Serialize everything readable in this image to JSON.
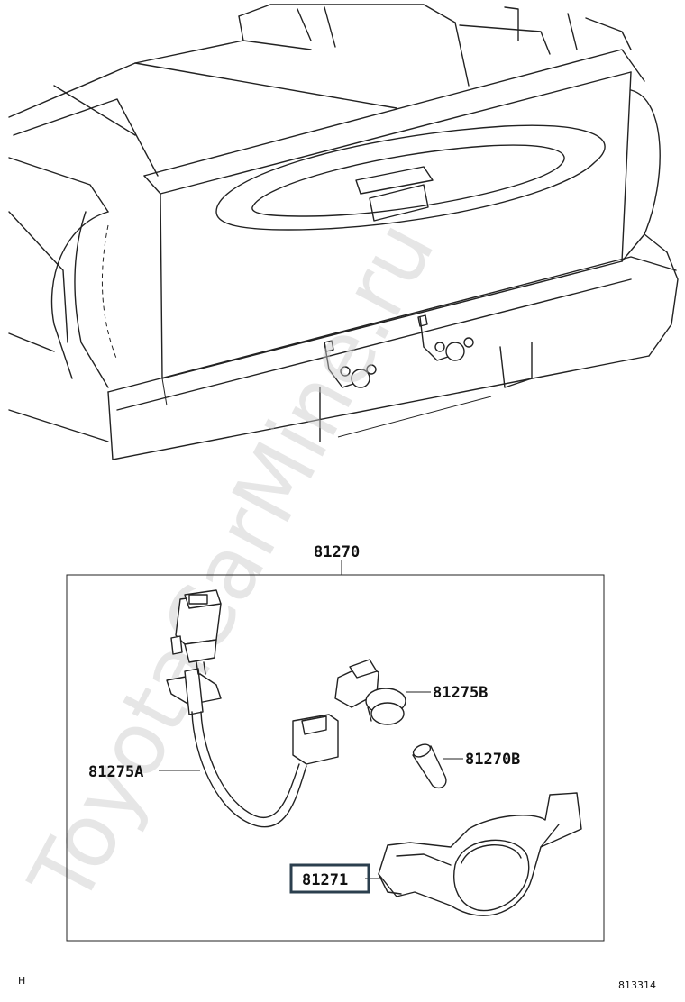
{
  "watermark": "ToyotaCarMine.ru",
  "labels": {
    "assembly": "81270",
    "harness": "81275A",
    "socket": "81275B",
    "bulb": "81270B",
    "lens": "81271"
  },
  "highlight_color": "#2b3f4e",
  "footer": {
    "left": "H",
    "right": "813314"
  }
}
